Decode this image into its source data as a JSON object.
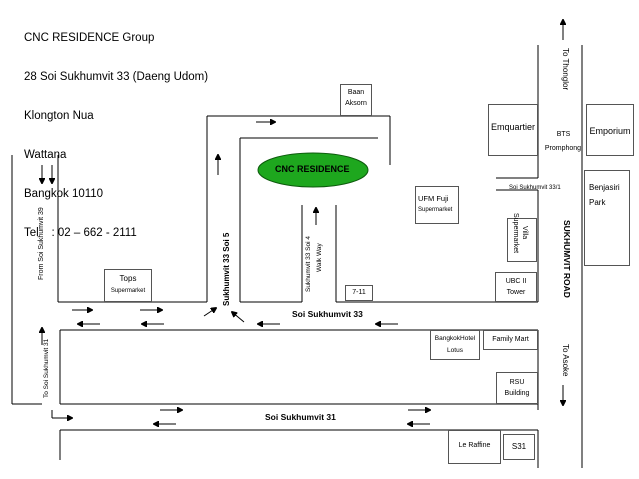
{
  "address": {
    "line1": "CNC RESIDENCE Group",
    "line2": "28 Soi Sukhumvit 33 (Daeng Udom)",
    "line3": "Klongton Nua",
    "line4": "Wattana",
    "line5": "Bangkok 10110",
    "line6": "Tel    : 02 – 662 - 2111"
  },
  "highlight": {
    "label": "CNC RESIDENCE",
    "color": "#1ea71e"
  },
  "roads": {
    "sukhumvit_road": "SUKHUMVIT ROAD",
    "soi_33": "Soi Sukhumvit 33",
    "soi_31": "Soi Sukhumvit 31",
    "soi_33_5": "Sukhumvit 33 Soi 5",
    "soi_33_4": "Sukhumvit 33 Soi 4",
    "walkway": "Walk Way",
    "soi_33_1": "Soi Sukhumvit 33/1",
    "from_39": "From Soi Sukhumvit 39",
    "to_31": "To Soi Sukhumvit 31",
    "to_thonglor": "To Thonglor",
    "to_asoke": "To Asoke"
  },
  "places": {
    "baan_aksorn_1": "Baan",
    "baan_aksorn_2": "Aksorn",
    "emquartier": "Emquartier",
    "bts_1": "BTS",
    "bts_2": "Promphong",
    "emporium": "Emporium",
    "benjasiri_1": "Benjasiri",
    "benjasiri_2": "Park",
    "ufm_1": "UFM Fuji",
    "ufm_2": "Supermarket",
    "villa": "Villa",
    "villa_2": "Supermarket",
    "ubc_1": "UBC II",
    "ubc_2": "Tower",
    "tops_1": "Tops",
    "tops_2": "Supermarket",
    "seven": "7-11",
    "bangkok_hotel_1": "BangkokHotel",
    "bangkok_hotel_2": "Lotus",
    "family_mart": "Family Mart",
    "rsu_1": "RSU",
    "rsu_2": "Building",
    "le_raffine": "Le Raffine",
    "s31": "S31"
  }
}
